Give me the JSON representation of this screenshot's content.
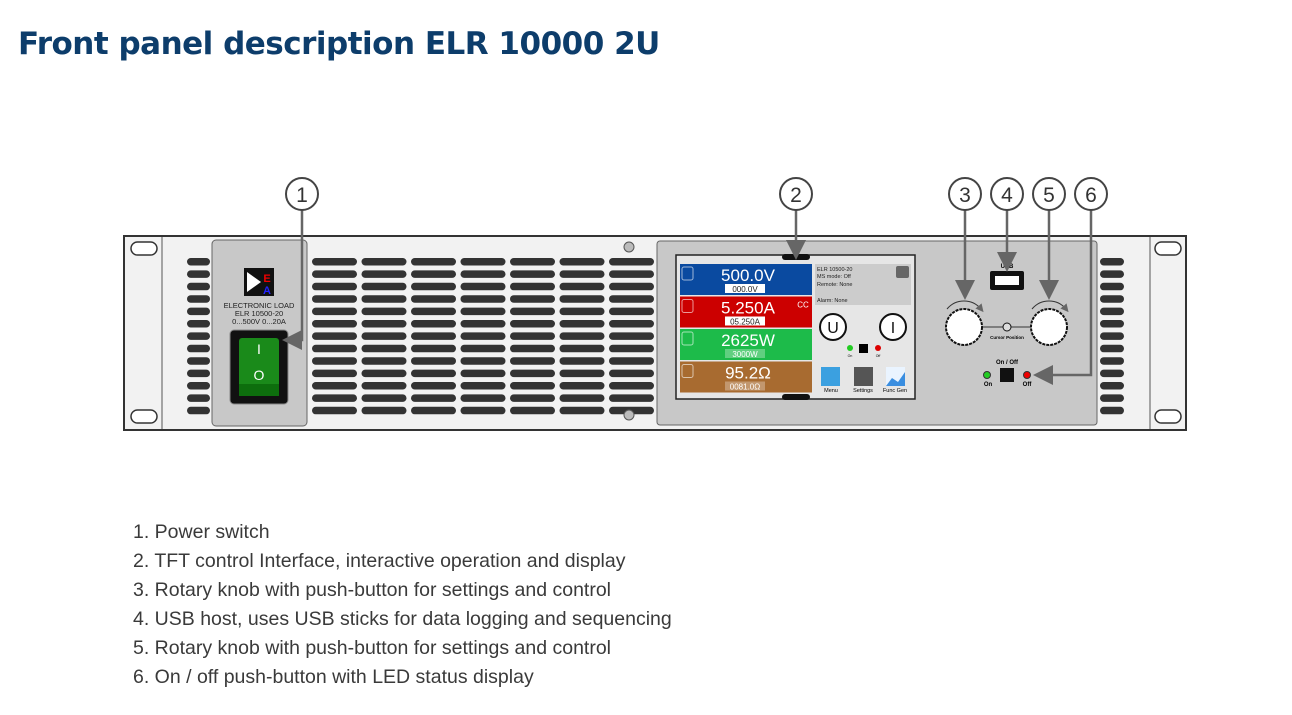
{
  "title": "Front panel description ELR 10000 2U",
  "callouts": [
    "1",
    "2",
    "3",
    "4",
    "5",
    "6"
  ],
  "device": {
    "label_lines": [
      "ELECTRONIC LOAD",
      "ELR 10500-20",
      "0...500V 0...20A"
    ],
    "logo_letters": "EA",
    "switch": {
      "on": "I",
      "off": "O"
    },
    "display": {
      "rows": [
        {
          "actual": "500.0V",
          "set": "000.0V",
          "color": "#0a4aa0"
        },
        {
          "actual": "5.250A",
          "set": "05.250A",
          "color": "#cc0000",
          "badge": "CC"
        },
        {
          "actual": "2625W",
          "set": "3000W",
          "color": "#1dbb4a"
        },
        {
          "actual": "95.2Ω",
          "set": "0081.0Ω",
          "color": "#a86b30"
        }
      ],
      "status": [
        "ELR 10500-20",
        "MS mode: Off",
        "Remote: None",
        "Alarm: None"
      ],
      "knob_u": "U",
      "knob_i": "I",
      "led_on": "On",
      "led_off": "Off",
      "buttons": [
        "Menu",
        "Settings",
        "Func Gen"
      ]
    },
    "usb_label": "USB",
    "cursor_label": "Cursor Position",
    "onoff_label": "On / Off",
    "on_label": "On",
    "off_label": "Off"
  },
  "descriptions": [
    "1. Power switch",
    "2. TFT control Interface, interactive operation and display",
    "3. Rotary knob with push-button for settings and control",
    "4. USB host, uses USB sticks for data logging and sequencing",
    "5. Rotary knob with push-button for settings and control",
    "6. On / off push-button with LED status display"
  ]
}
